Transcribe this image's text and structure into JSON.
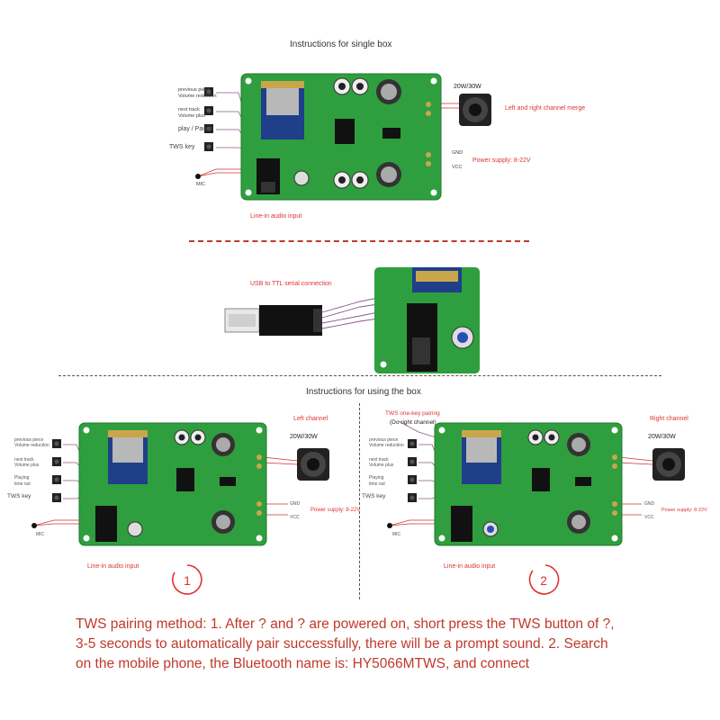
{
  "top": {
    "title": "Instructions for single box",
    "labels": {
      "prev": "previous piece",
      "vol_down": "Volume reduction",
      "next": "next track",
      "vol_up": "Volume plus",
      "play": "play / Pause",
      "tws_key": "TWS key",
      "mic": "MIC",
      "speaker_power": "20W/30W",
      "channel": "Left and right channel merge",
      "gnd": "GND",
      "vcc": "VCC",
      "power": "Power supply: 8-22V",
      "line_in": "Line-in audio input"
    }
  },
  "usb": {
    "label": "USB to TTL serial connection"
  },
  "bottom": {
    "title": "Instructions for using the box",
    "left": {
      "channel": "Left channel",
      "speaker_power": "20W/30W",
      "prev": "previous piece",
      "vol_down": "Volume reduction",
      "next": "next track",
      "vol_up": "Volume plus",
      "play": "Playing",
      "timeout": "time out",
      "tws_key": "TWS key",
      "mic": "MIC",
      "gnd": "GND",
      "vcc": "VCC",
      "power": "Power supply: 8-22V",
      "line_in": "Line-in audio input",
      "number": "1"
    },
    "right": {
      "tws_pairing": "TWS one-key pairing",
      "no_right": "(Do right channel)",
      "channel": "Right channel",
      "speaker_power": "20W/30W",
      "prev": "previous piece",
      "vol_down": "Volume reduction",
      "next": "next track",
      "vol_up": "Volume plus",
      "play": "Playing",
      "timeout": "time out",
      "tws_key": "TWS key",
      "mic": "MIC",
      "gnd": "GND",
      "vcc": "VCC",
      "power": "Power supply: 8-22V",
      "line_in": "Line-in audio input",
      "number": "2"
    }
  },
  "instructions": {
    "line1": "TWS pairing method: 1. After ? and ? are powered on, short press the TWS button of ?,",
    "line2": "3-5 seconds to automatically pair successfully, there will be a prompt sound. 2. Search",
    "line3": "on the mobile phone, the Bluetooth name is: HY5066MTWS, and connect"
  },
  "colors": {
    "pcb": "#2f9e3e",
    "accent_red": "#c0392b",
    "module_blue": "#1f3f8a"
  }
}
